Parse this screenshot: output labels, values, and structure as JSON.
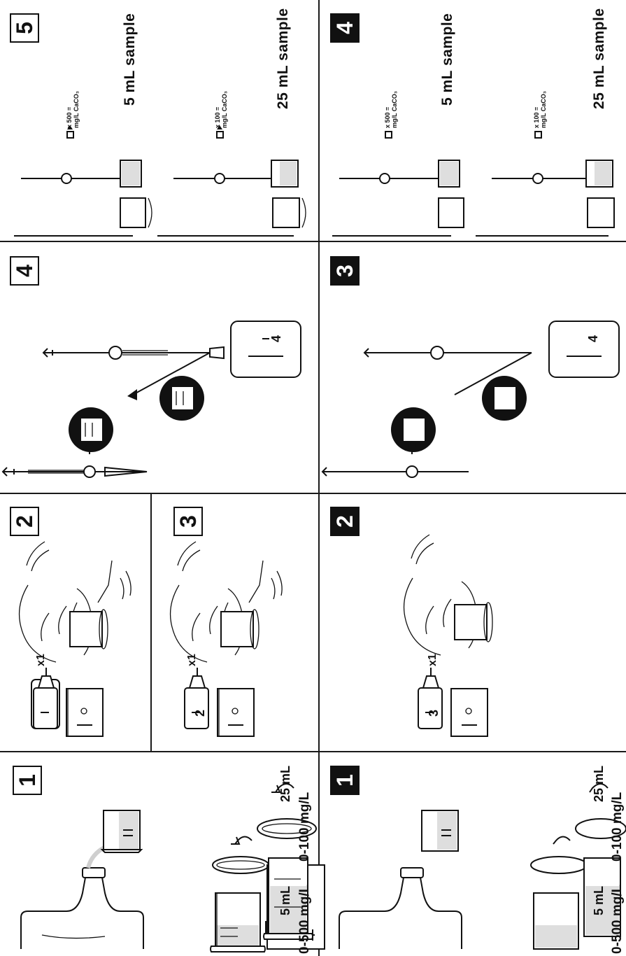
{
  "panels": {
    "top": {
      "step1": {
        "number": "1",
        "range_left": "0-500 mg/L",
        "range_right": "0-100 mg/L",
        "vol_left": "5 mL",
        "vol_right": "25 mL"
      },
      "step2": {
        "number": "2",
        "multiplier": "x1"
      },
      "step3": {
        "number": "3",
        "multiplier": "x1",
        "bottle_label": "2"
      },
      "step4": {
        "number": "4",
        "bottle_label": "4"
      },
      "step5": {
        "number": "5",
        "row1": {
          "formula_line1": "x 500 =",
          "formula_line2": "mg/L CaCO₃",
          "sample": "5 mL sample"
        },
        "row2": {
          "formula_line1": "x 100 =",
          "formula_line2": "mg/L CaCO₃",
          "sample": "25 mL sample"
        }
      }
    },
    "bottom": {
      "step1": {
        "number": "1",
        "range_left": "0-500 mg/L",
        "range_right": "0-100 mg/L",
        "vol_left": "5 mL",
        "vol_right": "25 mL"
      },
      "step2": {
        "number": "2",
        "multiplier": "x1",
        "bottle_label": "3"
      },
      "step3": {
        "number": "3",
        "bottle_label": "4"
      },
      "step4": {
        "number": "4",
        "row1": {
          "formula_line1": "x 500 =",
          "formula_line2": "mg/L CaCO₃",
          "sample": "5 mL sample"
        },
        "row2": {
          "formula_line1": "x 100 =",
          "formula_line2": "mg/L CaCO₃",
          "sample": "25 mL sample"
        }
      }
    }
  }
}
